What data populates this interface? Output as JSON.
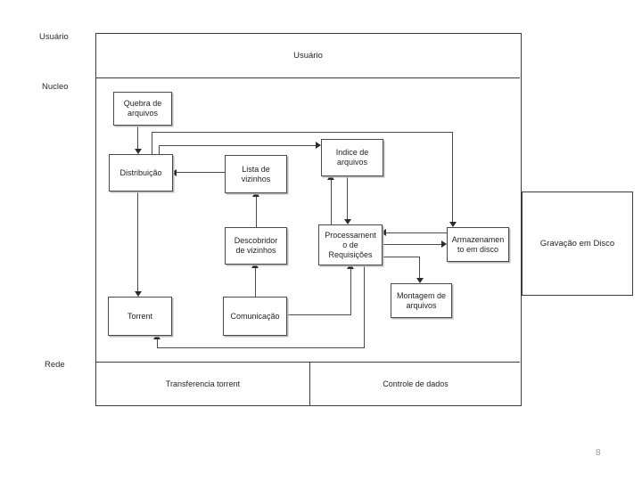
{
  "side_labels": {
    "usuario": "Usuário",
    "nucleo": "Nucleo",
    "rede": "Rede"
  },
  "bands": {
    "usuario": {
      "label": "Usuário"
    },
    "rede": {
      "cells": [
        {
          "label": "Transferencia torrent"
        },
        {
          "label": "Controle de dados"
        }
      ]
    }
  },
  "nodes": {
    "quebra": {
      "label": "Quebra de\narquivos"
    },
    "distribuicao": {
      "label": "Distribuição"
    },
    "lista": {
      "label": "Lista de\nvizinhos"
    },
    "indice": {
      "label": "Indice de\narquivos"
    },
    "descobridor": {
      "label": "Descobridor\nde vizinhos"
    },
    "processamento": {
      "label": "Processament\no de\nRequisições"
    },
    "armazenamento": {
      "label": "Armazenamen\nto em disco"
    },
    "montagem": {
      "label": "Montagem de\narquivos"
    },
    "torrent": {
      "label": "Torrent"
    },
    "comunicacao": {
      "label": "Comunicação"
    },
    "gravacao": {
      "label": "Gravação em Disco"
    }
  },
  "edges": [
    {
      "from": "quebra",
      "to": "distribuicao"
    },
    {
      "from": "lista",
      "to": "distribuicao"
    },
    {
      "from": "descobridor",
      "to": "lista"
    },
    {
      "from": "comunicacao",
      "to": "descobridor"
    },
    {
      "from": "distribuicao",
      "to": "torrent"
    },
    {
      "from": "distribuicao",
      "to": "indice"
    },
    {
      "from": "distribuicao",
      "to": "armazenamento"
    },
    {
      "from": "processamento",
      "to": "indice"
    },
    {
      "from": "indice",
      "to": "processamento"
    },
    {
      "from": "armazenamento",
      "to": "processamento"
    },
    {
      "from": "processamento",
      "to": "armazenamento"
    },
    {
      "from": "processamento",
      "to": "montagem"
    },
    {
      "from": "comunicacao",
      "to": "processamento"
    },
    {
      "from": "processamento",
      "to": "torrent"
    }
  ],
  "page_number": "8",
  "colors": {
    "line": "#4a4a4a",
    "box_border": "#494949",
    "outer_border": "#3c3c3c",
    "text": "#1f1f1f",
    "shadow": "#b8b8b8",
    "page_number": "#9a9a9a",
    "background": "#ffffff"
  }
}
